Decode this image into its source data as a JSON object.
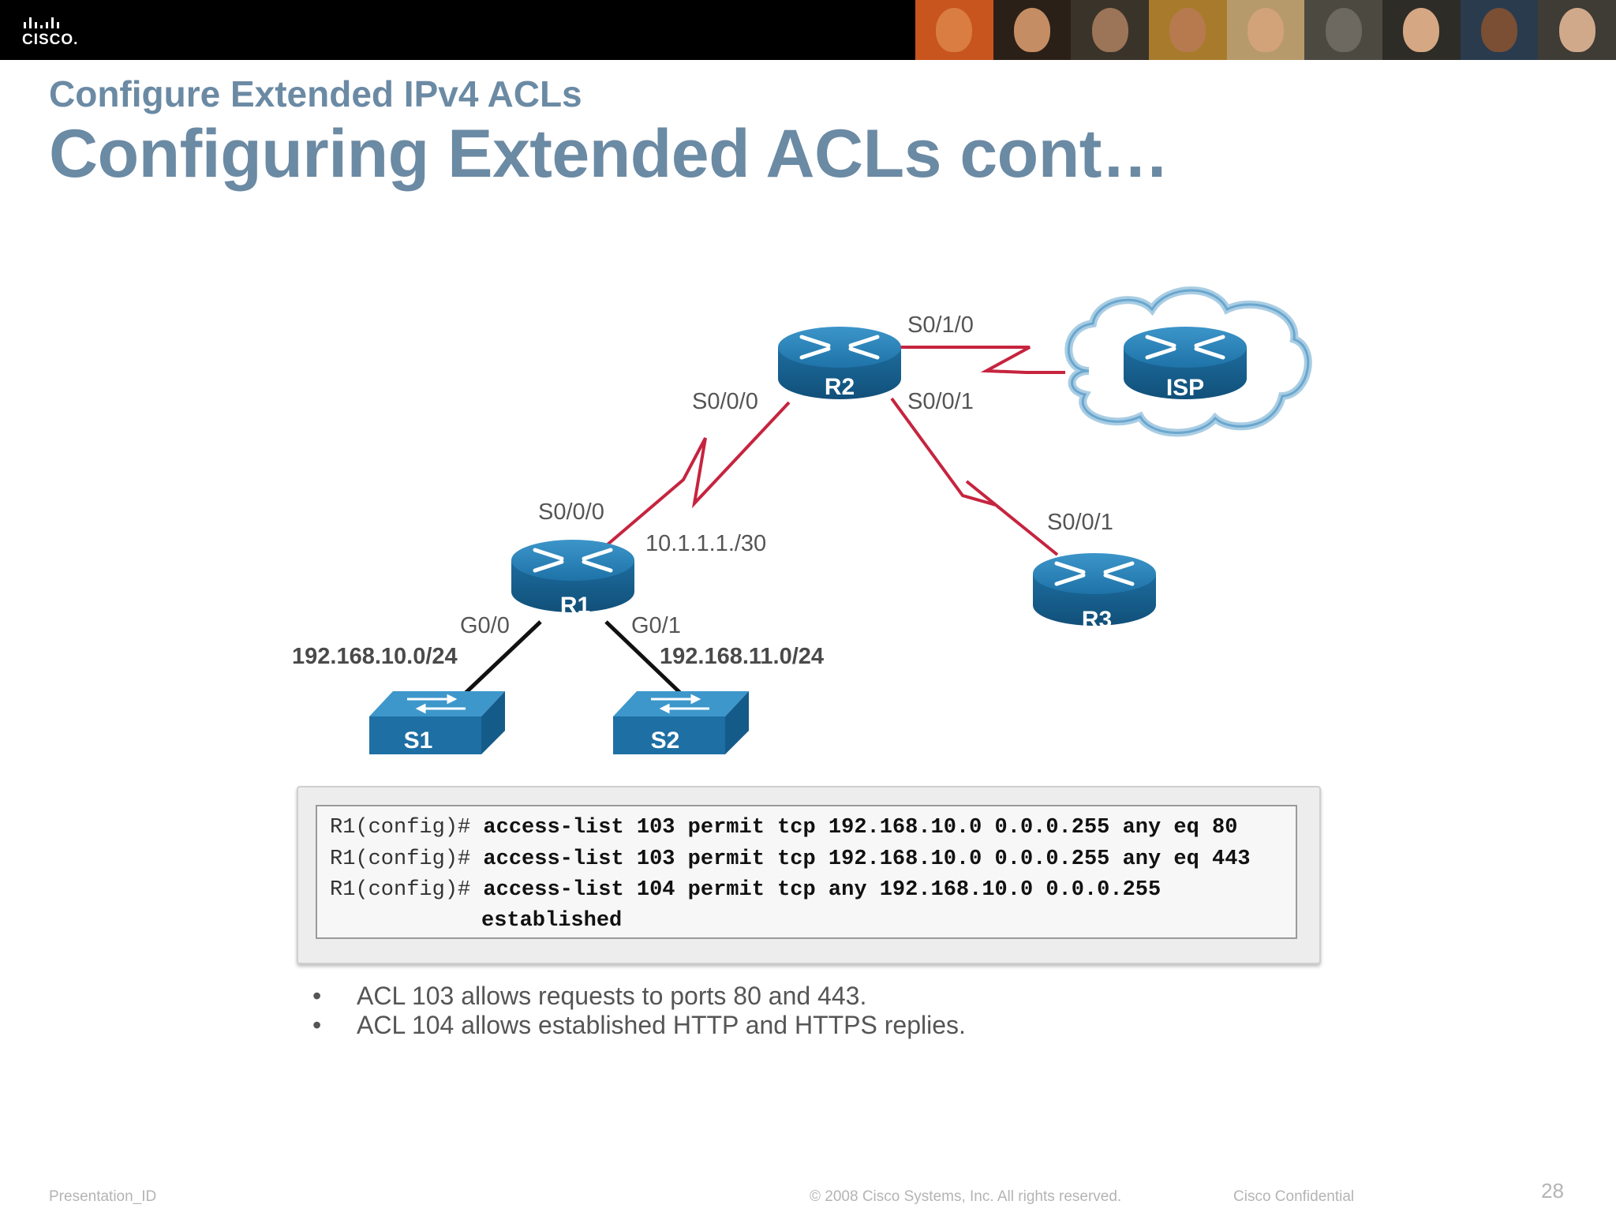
{
  "header": {
    "logo_text": "CISCO.",
    "photo_strip": "header-photo-strip"
  },
  "slide": {
    "subtitle": "Configure Extended IPv4 ACLs",
    "title": "Configuring Extended ACLs cont…"
  },
  "topology": {
    "devices": {
      "r1": "R1",
      "r2": "R2",
      "r3": "R3",
      "isp": "ISP",
      "s1": "S1",
      "s2": "S2"
    },
    "interfaces": {
      "r2_s010": "S0/1/0",
      "r2_s000": "S0/0/0",
      "r2_s001": "S0/0/1",
      "r1_s000": "S0/0/0",
      "r1_ip": "10.1.1.1./30",
      "r3_s001": "S0/0/1",
      "r1_g00": "G0/0",
      "r1_g01": "G0/1"
    },
    "networks": {
      "lan1": "192.168.10.0/24",
      "lan2": "192.168.11.0/24"
    },
    "colors": {
      "serial_link": "#c6243f",
      "ethernet_link": "#111111",
      "device_blue": "#1b6fa0"
    }
  },
  "config": {
    "lines": [
      {
        "prompt": "R1(config)#",
        "command": " access-list 103 permit tcp 192.168.10.0 0.0.0.255 any eq 80"
      },
      {
        "prompt": "R1(config)#",
        "command": " access-list 103 permit tcp 192.168.10.0 0.0.0.255 any eq 443"
      },
      {
        "prompt": "R1(config)#",
        "command": " access-list 104 permit tcp any 192.168.10.0 0.0.0.255"
      },
      {
        "prompt": "",
        "command": "established"
      }
    ]
  },
  "bullets": [
    {
      "dot": "•",
      "text": "ACL 103 allows requests to ports 80 and 443."
    },
    {
      "dot": "•",
      "text": "ACL 104 allows established HTTP and HTTPS replies."
    }
  ],
  "footer": {
    "presentation_id": "Presentation_ID",
    "copyright": "© 2008 Cisco Systems, Inc. All rights reserved.",
    "confidential": "Cisco Confidential",
    "page_number": "28"
  }
}
